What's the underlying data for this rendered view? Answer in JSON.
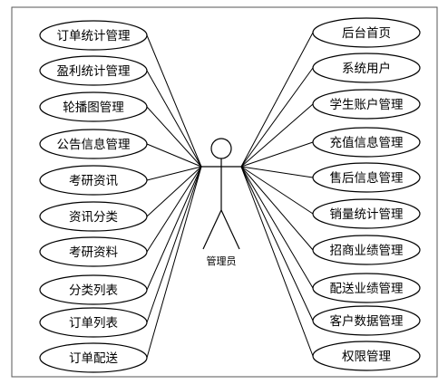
{
  "actor": {
    "label": "管理员"
  },
  "left_use_cases": [
    "订单统计管理",
    "盈利统计管理",
    "轮播图管理",
    "公告信息管理",
    "考研资讯",
    "资讯分类",
    "考研资料",
    "分类列表",
    "订单列表",
    "订单配送"
  ],
  "right_use_cases": [
    "后台首页",
    "系统用户",
    "学生账户管理",
    "充值信息管理",
    "售后信息管理",
    "销量统计管理",
    "招商业绩管理",
    "配送业绩管理",
    "客户数据管理",
    "权限管理"
  ]
}
